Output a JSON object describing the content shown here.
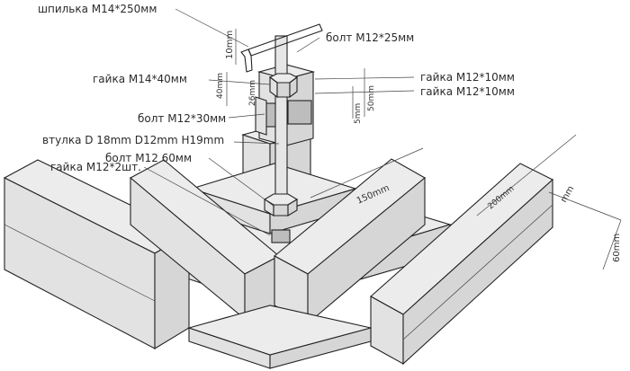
{
  "labels": {
    "stud": "шпилька М14*250мм",
    "bolt_25": "болт М12*25мм",
    "nut_14_40": "гайка М14*40мм",
    "nut_12_10_a": "гайка М12*10мм",
    "nut_12_10_b": "гайка М12*10мм",
    "bolt_30": "болт М12*30мм",
    "sleeve": "втулка D 18mm D12mm  H19mm",
    "bolt_60": "болт М12 60мм",
    "nut_12_2pcs": "гайка М12*2шт."
  },
  "dimensions": {
    "d_10mm": "10mm",
    "d_40mm": "40mm",
    "d_26mm": "26mm",
    "d_50mm": "50mm",
    "d_5mm": "5mm",
    "d_150mm": "150mm",
    "d_200mm": "200mm",
    "d_60mm": "60mm",
    "d_mm": "mm"
  }
}
